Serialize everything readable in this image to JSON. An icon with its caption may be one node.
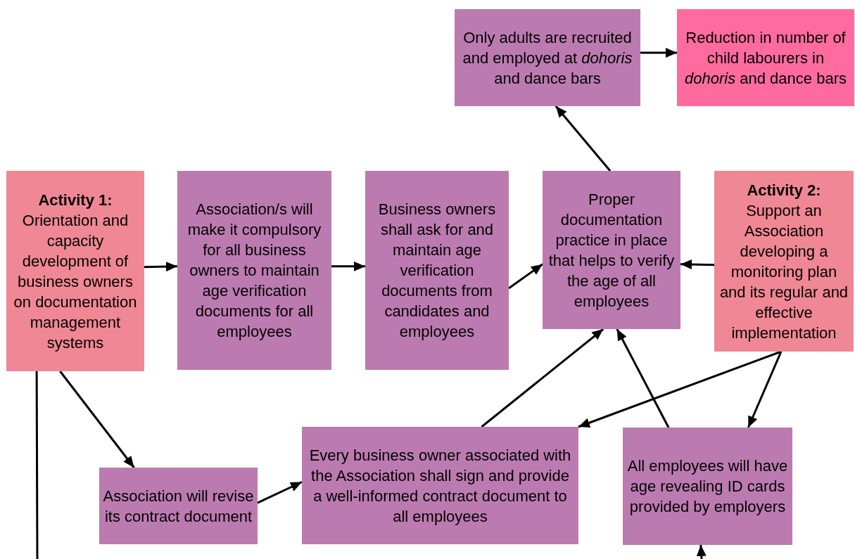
{
  "diagram": {
    "nodes": [
      {
        "text": [
          "Activity 1:",
          "Orientation and capacity development of business owners on documentation management systems"
        ]
      },
      {
        "text": [
          "Association/s will make it compulsory for all business owners to maintain age verification documents for all employees"
        ]
      },
      {
        "text": [
          "Business owners shall ask for and maintain age verification documents from candidates and employees"
        ]
      },
      {
        "text": [
          "Proper documentation practice in place that helps to verify the age of all employees"
        ]
      },
      {
        "text": [
          "Activity 2:",
          "Support an Association developing a monitoring plan and its regular and effective implementation"
        ]
      },
      {
        "text": [
          "Only adults are recruited and employed at *dohoris* and dance bars"
        ]
      },
      {
        "text": [
          "Reduction in number of child labourers in *dohoris* and dance bars"
        ]
      },
      {
        "text": [
          "Association will revise its contract document"
        ]
      },
      {
        "text": [
          "Every business owner associated with the Association shall sign and provide a well-informed contract document to all employees"
        ]
      },
      {
        "text": [
          "All employees will have age revealing ID cards provided by employers"
        ]
      }
    ],
    "edges": [
      {
        "from": 0,
        "to": 1,
        "arrow": "to"
      },
      {
        "from": 1,
        "to": 2,
        "arrow": "to"
      },
      {
        "from": 2,
        "to": 3,
        "arrow": "to"
      },
      {
        "from": 4,
        "to": 3,
        "arrow": "to"
      },
      {
        "from": 3,
        "to": 5,
        "arrow": "to"
      },
      {
        "from": 5,
        "to": 6,
        "arrow": "to"
      },
      {
        "from": 0,
        "to": 7,
        "arrow": "to"
      },
      {
        "from": 7,
        "to": 8,
        "arrow": "to"
      },
      {
        "from": 8,
        "to": 3,
        "arrow": "to"
      },
      {
        "from": 9,
        "to": 3,
        "arrow": "to"
      },
      {
        "from": 4,
        "to": 8,
        "arrow": "to"
      },
      {
        "from": 4,
        "to": 9,
        "arrow": "to"
      },
      {
        "from": 0,
        "to": null,
        "arrow": "none"
      },
      {
        "from": null,
        "to": 9,
        "arrow": "to"
      }
    ]
  }
}
